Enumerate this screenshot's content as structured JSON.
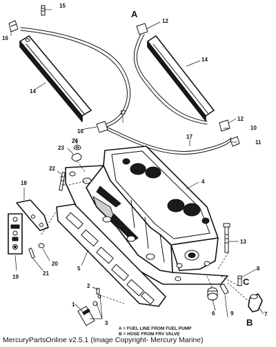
{
  "callouts": {
    "c1": "1",
    "c2": "2",
    "c3": "3",
    "c4": "4",
    "c5": "5",
    "c6": "6",
    "c7": "7",
    "c8": "8",
    "c9": "9",
    "c10": "10",
    "c11": "11",
    "c12a": "12",
    "c12b": "12",
    "c13": "13",
    "c14a": "14",
    "c14b": "14",
    "c15": "15",
    "c16a": "16",
    "c16b": "16",
    "c17a": "17",
    "c17b": "17",
    "c18": "18",
    "c19": "19",
    "c20": "20",
    "c21": "21",
    "c22": "22",
    "c23": "23",
    "c24": "24"
  },
  "letters": {
    "a": "A",
    "b": "B",
    "c": "C"
  },
  "legend": {
    "line_a": "A = FUEL LINE FROM FUEL PUMP",
    "line_b": "B = HOSE FROM FRV VALVE"
  },
  "footer": "MercuryPartsOnline v2.5.1 (Image Copyright- Mercury Marine)"
}
